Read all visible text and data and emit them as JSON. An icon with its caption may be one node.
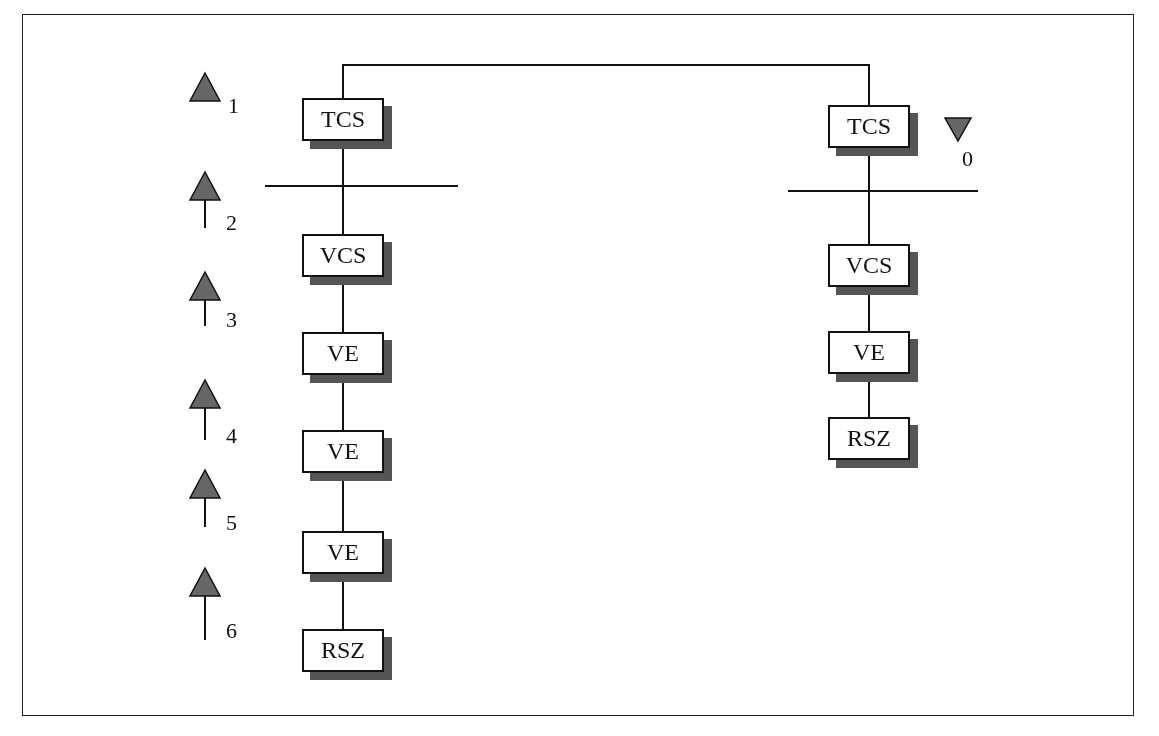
{
  "diagram": {
    "nodes": [
      {
        "text": [
          "TCS"
        ]
      },
      {
        "text": [
          "VCS"
        ]
      },
      {
        "text": [
          "VE"
        ]
      },
      {
        "text": [
          "VE"
        ]
      },
      {
        "text": [
          "VE"
        ]
      },
      {
        "text": [
          "RSZ"
        ]
      },
      {
        "text": [
          "TCS"
        ]
      },
      {
        "text": [
          "VCS"
        ]
      },
      {
        "text": [
          "VE"
        ]
      },
      {
        "text": [
          "RSZ"
        ]
      }
    ],
    "edges": [
      {
        "from": 0,
        "to": 6,
        "arrow": "none"
      },
      {
        "from": 0,
        "to": 1,
        "arrow": "none"
      },
      {
        "from": 1,
        "to": 2,
        "arrow": "none"
      },
      {
        "from": 2,
        "to": 3,
        "arrow": "none"
      },
      {
        "from": 3,
        "to": 4,
        "arrow": "none"
      },
      {
        "from": 4,
        "to": 5,
        "arrow": "none"
      },
      {
        "from": 6,
        "to": 7,
        "arrow": "none"
      },
      {
        "from": 7,
        "to": 8,
        "arrow": "none"
      },
      {
        "from": 8,
        "to": 9,
        "arrow": "none"
      }
    ],
    "labels": [
      "1",
      "2",
      "3",
      "4",
      "5",
      "6",
      "0"
    ]
  }
}
